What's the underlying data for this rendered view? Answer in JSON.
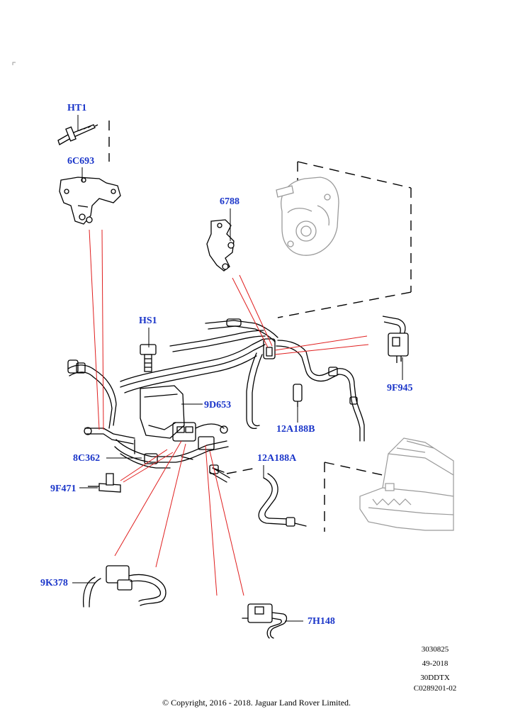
{
  "colors": {
    "callout_text": "#1a35c9",
    "leader_red": "#e01f1f",
    "line_dark": "#000000",
    "part_gray": "#9a9a9a",
    "background": "#ffffff"
  },
  "callouts": {
    "ht1": "HT1",
    "c6c693": "6C693",
    "c6788": "6788",
    "hs1": "HS1",
    "c9d653": "9D653",
    "c9f945": "9F945",
    "c12a188b": "12A188B",
    "c8c362": "8C362",
    "c12a188a": "12A188A",
    "c9f471": "9F471",
    "c9k378": "9K378",
    "c7h148": "7H148"
  },
  "reference": {
    "line1": "3030825",
    "line2": "49-2018",
    "line3": "30DDTX",
    "line4": "C0289201-02"
  },
  "copyright": "© Copyright, 2016 - 2018. Jaguar Land Rover Limited."
}
